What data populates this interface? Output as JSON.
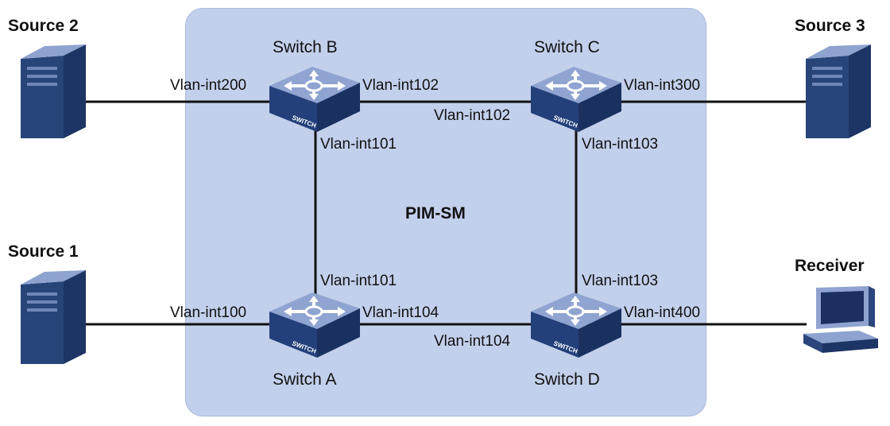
{
  "region": {
    "label": "PIM-SM"
  },
  "hosts": {
    "source2": "Source 2",
    "source3": "Source 3",
    "source1": "Source 1",
    "receiver": "Receiver"
  },
  "switches": {
    "b": "Switch B",
    "c": "Switch C",
    "a": "Switch A",
    "d": "Switch D"
  },
  "switch_badge": "SWITCH",
  "interfaces": {
    "b_to_source2": "Vlan-int200",
    "b_to_c": "Vlan-int102",
    "c_to_b": "Vlan-int102",
    "c_to_source3": "Vlan-int300",
    "b_to_a": "Vlan-int101",
    "c_to_d": "Vlan-int103",
    "a_to_b": "Vlan-int101",
    "d_to_c": "Vlan-int103",
    "a_to_source1": "Vlan-int100",
    "a_to_d": "Vlan-int104",
    "d_to_a": "Vlan-int104",
    "d_to_receiver": "Vlan-int400"
  }
}
